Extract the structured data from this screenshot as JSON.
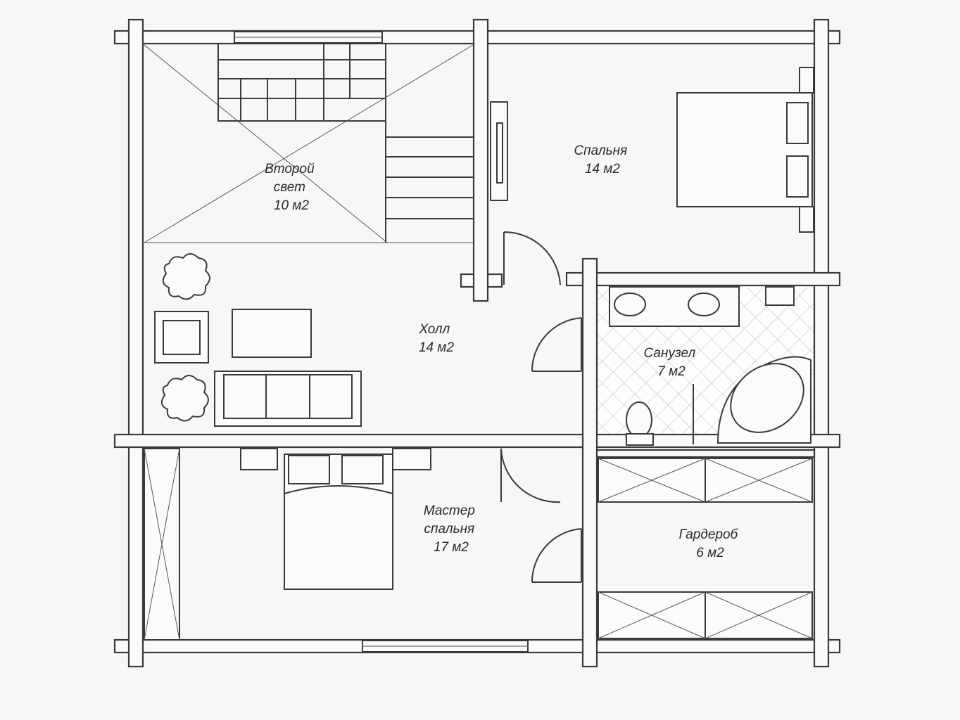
{
  "rooms": [
    {
      "id": "vtoroy-svet",
      "name_lines": [
        "Второй",
        "свет"
      ],
      "area": "10 м2"
    },
    {
      "id": "spalnya",
      "name_lines": [
        "Спальня"
      ],
      "area": "14 м2"
    },
    {
      "id": "holl",
      "name_lines": [
        "Холл"
      ],
      "area": "14 м2"
    },
    {
      "id": "sanuzel",
      "name_lines": [
        "Санузел"
      ],
      "area": "7 м2"
    },
    {
      "id": "master-spalnya",
      "name_lines": [
        "Мастер",
        "спальня"
      ],
      "area": "17 м2"
    },
    {
      "id": "garderob",
      "name_lines": [
        "Гардероб"
      ],
      "area": "6 м2"
    }
  ]
}
